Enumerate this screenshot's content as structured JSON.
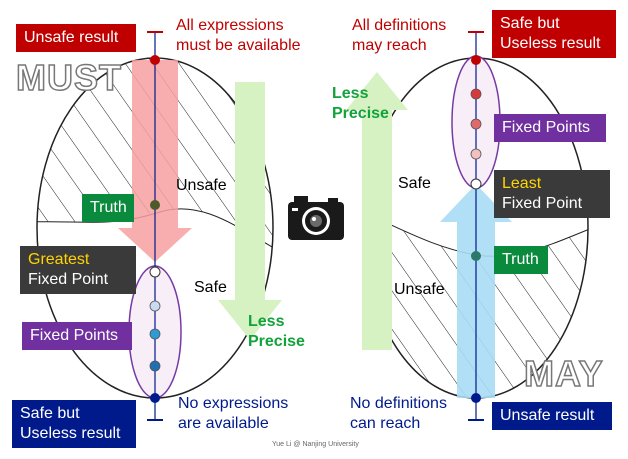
{
  "left": {
    "top_box": "Unsafe result",
    "top_text": [
      "All expressions",
      "must be available"
    ],
    "watermark": "MUST",
    "truth": "Truth",
    "region_unsafe": "Unsafe",
    "region_safe": "Safe",
    "greatest": "Greatest",
    "fixed_point": "Fixed Point",
    "fixed_points": "Fixed Points",
    "bottom_box": [
      "Safe but",
      "Useless result"
    ],
    "bottom_text": [
      "No expressions",
      "are available"
    ],
    "less_precise": [
      "Less",
      "Precise"
    ]
  },
  "right": {
    "top_box": [
      "Safe but",
      "Useless result"
    ],
    "top_text": [
      "All definitions",
      "may reach"
    ],
    "less_precise": [
      "Less",
      "Precise"
    ],
    "region_safe": "Safe",
    "fixed_points": "Fixed Points",
    "least": "Least",
    "fixed_point": "Fixed Point",
    "truth": "Truth",
    "region_unsafe": "Unsafe",
    "watermark": "MAY",
    "bottom_text": [
      "No definitions",
      "can reach"
    ],
    "bottom_box": "Unsafe result"
  },
  "footer": "Yue Li @ Nanjing University",
  "icons": [
    "camera-icon"
  ],
  "colors": {
    "unsafe_red": "#c00000",
    "navy": "#001a8c",
    "truth_green": "#0a8a3c",
    "purple": "#7030a0",
    "less_precise_green": "#11a33a",
    "must_arrow": "#f7a0a0",
    "may_arrow": "#a8dcf5",
    "precision_arrow": "#d6f2c2"
  }
}
